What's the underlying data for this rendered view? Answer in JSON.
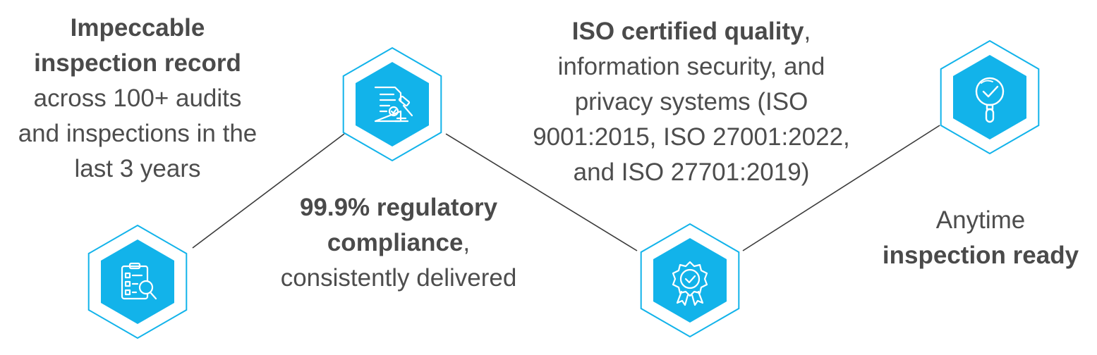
{
  "colors": {
    "accent": "#12b3ea",
    "outline": "#12b3ea",
    "connector": "#3a3a3a",
    "icon_stroke": "#ffffff",
    "text": "#4a4a4a"
  },
  "milestones": [
    {
      "icon": "checklist-magnifier-icon",
      "bold_1": "Impeccable",
      "bold_2": "inspection record",
      "line_1": "across 100+ audits",
      "line_2": "and inspections in the",
      "line_3": "last 3 years"
    },
    {
      "icon": "document-gavel-icon",
      "bold_1": "99.9% regulatory",
      "bold_2": "compliance",
      "after_bold": ",",
      "line_1": "consistently delivered"
    },
    {
      "icon": "award-badge-check-icon",
      "bold_1": "ISO certified quality",
      "after_bold": ",",
      "line_1": "information security, and",
      "line_2": "privacy systems (ISO",
      "line_3": "9001:2015, ISO 27001:2022,",
      "line_4": "and ISO 27701:2019)"
    },
    {
      "icon": "magnifier-check-icon",
      "line_1": "Anytime",
      "bold_1": "inspection ready"
    }
  ]
}
